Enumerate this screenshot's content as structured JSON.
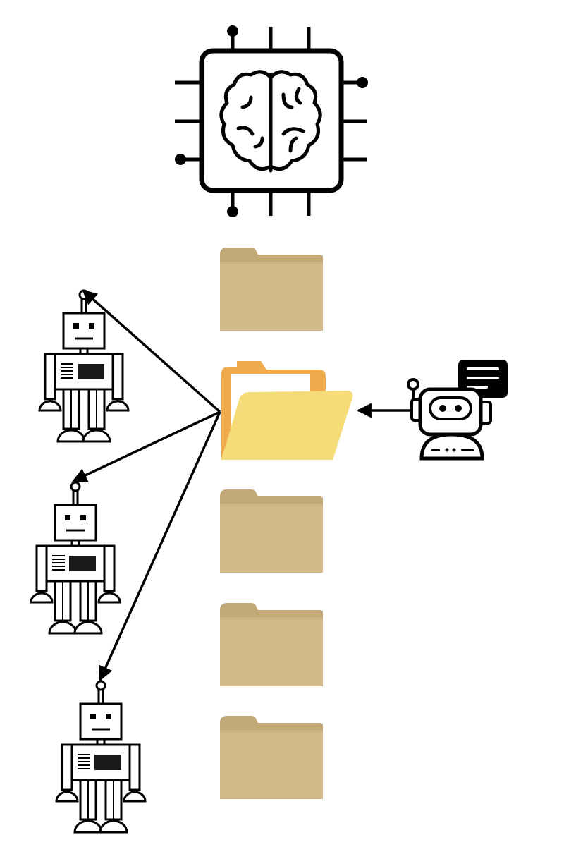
{
  "icons": {
    "ai_chip": "brain-chip-icon",
    "folder_closed": "folder-icon",
    "folder_open": "open-folder-icon",
    "worker_robot": "robot-icon",
    "chatbot": "chatbot-icon",
    "speech_bubble": "speech-bubble-icon"
  },
  "colors": {
    "stroke": "#000000",
    "folder_closed": "#d2bb89",
    "folder_closed_tab": "#c3a878",
    "folder_open_back": "#f0ac4c",
    "folder_open_front": "#f5dc79",
    "folder_paper": "#ffffff"
  },
  "diagram": {
    "closed_folder_count": 4,
    "open_folder_count": 1,
    "worker_robot_count": 3,
    "arrows_from_open_folder_to_robots": 3,
    "arrow_from_chatbot_to_open_folder": 1
  }
}
